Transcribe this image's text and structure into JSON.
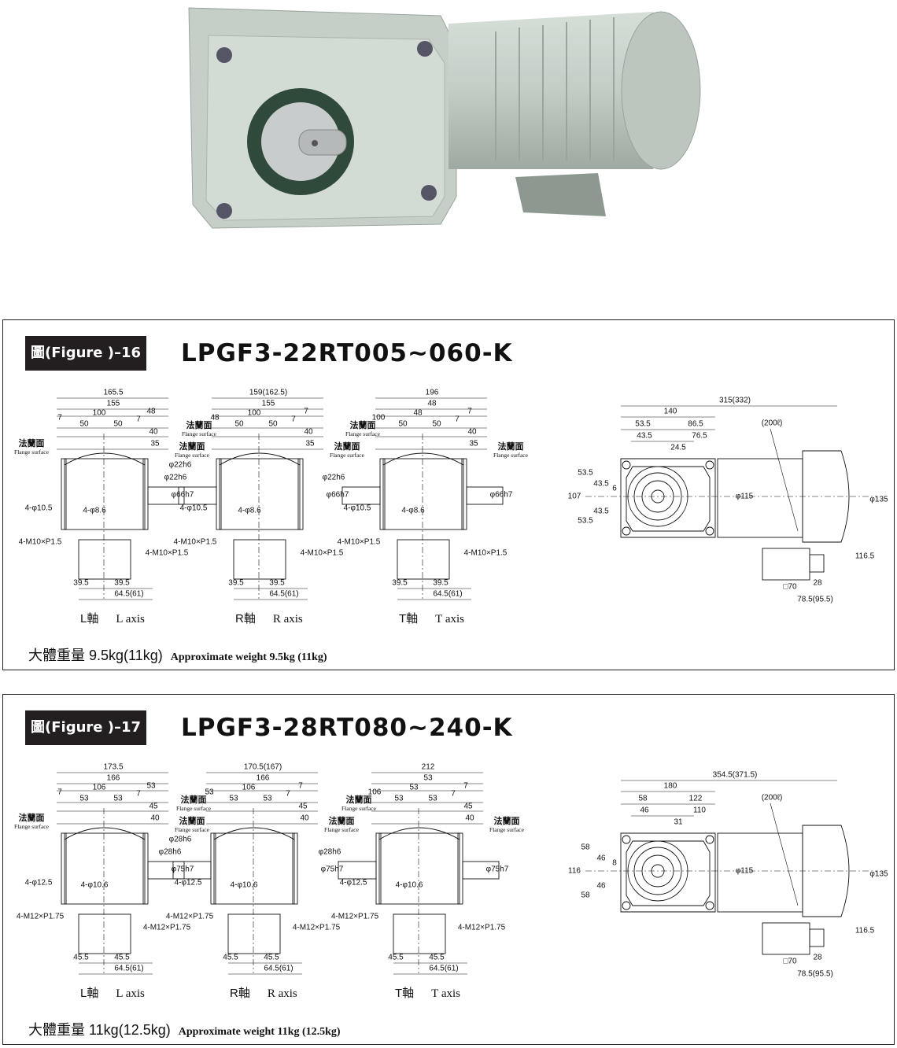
{
  "figures": [
    {
      "badge": "圖(Figure )–16",
      "model": "LPGF3-22RT005~060-K",
      "views": [
        {
          "axis_cn": "L軸",
          "axis_en": "L axis",
          "dims": [
            "165.5",
            "155",
            "7",
            "100",
            "48",
            "7",
            "50",
            "50",
            "40",
            "35",
            "φ22h6",
            "φ66h7",
            "4-φ10.5",
            "4-φ8.6",
            "4-M10×P1.5",
            "4-M10×P1.5",
            "39.5",
            "39.5",
            "64.5(61)"
          ]
        },
        {
          "axis_cn": "R軸",
          "axis_en": "R axis",
          "dims": [
            "159(162.5)",
            "155",
            "48",
            "100",
            "7",
            "7",
            "50",
            "50",
            "40",
            "35",
            "φ22h6",
            "φ66h7",
            "4-φ10.5",
            "4-φ8.6",
            "4-M10×P1.5",
            "4-M10×P1.5",
            "39.5",
            "39.5",
            "64.5(61)"
          ]
        },
        {
          "axis_cn": "T軸",
          "axis_en": "T axis",
          "dims": [
            "196",
            "48",
            "100",
            "48",
            "7",
            "7",
            "50",
            "50",
            "40",
            "35",
            "φ22h6",
            "φ66h7",
            "4-φ10.5",
            "4-φ8.6",
            "4-M10×P1.5",
            "4-M10×P1.5",
            "39.5",
            "39.5",
            "64.5(61)"
          ]
        }
      ],
      "front_dims": [
        "315(332)",
        "140",
        "53.5",
        "86.5",
        "43.5",
        "76.5",
        "24.5",
        "(200ℓ)",
        "53.5",
        "43.5",
        "6",
        "107",
        "43.5",
        "53.5",
        "φ115",
        "φ135",
        "116.5",
        "28",
        "□70",
        "78.5(95.5)"
      ],
      "weight_cn": "大體重量 9.5kg(11kg)",
      "weight_en": "Approximate weight 9.5kg (11kg)"
    },
    {
      "badge": "圖(Figure )–17",
      "model": "LPGF3-28RT080~240-K",
      "views": [
        {
          "axis_cn": "L軸",
          "axis_en": "L axis",
          "dims": [
            "173.5",
            "166",
            "7",
            "106",
            "53",
            "7",
            "53",
            "53",
            "45",
            "40",
            "φ28h6",
            "φ75h7",
            "4-φ12.5",
            "4-φ10.6",
            "4-M12×P1.75",
            "4-M12×P1.75",
            "45.5",
            "45.5",
            "64.5(61)"
          ]
        },
        {
          "axis_cn": "R軸",
          "axis_en": "R axis",
          "dims": [
            "170.5(167)",
            "166",
            "53",
            "106",
            "7",
            "7",
            "53",
            "53",
            "45",
            "40",
            "φ28h6",
            "φ75h7",
            "4-φ12.5",
            "4-φ10.6",
            "4-M12×P1.75",
            "4-M12×P1.75",
            "45.5",
            "45.5",
            "64.5(61)"
          ]
        },
        {
          "axis_cn": "T軸",
          "axis_en": "T axis",
          "dims": [
            "212",
            "53",
            "106",
            "53",
            "7",
            "7",
            "53",
            "53",
            "45",
            "40",
            "φ28h6",
            "φ75h7",
            "4-φ12.5",
            "4-φ10.6",
            "4-M12×P1.75",
            "4-M12×P1.75",
            "45.5",
            "45.5",
            "64.5(61)"
          ]
        }
      ],
      "front_dims": [
        "354.5(371.5)",
        "180",
        "58",
        "122",
        "46",
        "110",
        "31",
        "(200ℓ)",
        "58",
        "46",
        "8",
        "116",
        "46",
        "58",
        "φ115",
        "φ135",
        "116.5",
        "28",
        "□70",
        "78.5(95.5)"
      ],
      "weight_cn": "大體重量 11kg(12.5kg)",
      "weight_en": "Approximate weight 11kg (12.5kg)"
    }
  ],
  "flange_cn": "法蘭面",
  "flange_en": "Flange surface",
  "colors": {
    "housing": "#c9d3cb",
    "housing_dark": "#a9b5ad",
    "badge": "#231f20",
    "ink": "#111111"
  }
}
